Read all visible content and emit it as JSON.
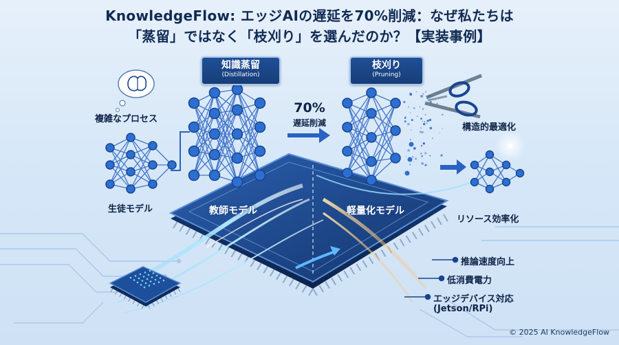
{
  "title": {
    "line1": "KnowledgeFlow: エッジAIの遅延を70%削減：なぜ私たちは",
    "line2": "「蒸留」ではなく「枝刈り」を選んだのか？【実装事例】"
  },
  "distillation": {
    "label": "知識蒸留",
    "sub": "(Distillation)"
  },
  "pruning": {
    "label": "枝刈り",
    "sub": "(Pruning)"
  },
  "result": {
    "percent": "70%",
    "text": "遅延削減"
  },
  "labels": {
    "complex_process": "複雑なプロセス",
    "student_model": "生徒モデル",
    "teacher_model": "教師モデル",
    "lightweight_model": "軽量化モデル",
    "structural_opt": "構造的最適化",
    "resource_eff": "リソース効率化"
  },
  "benefits": [
    "推論速度向上",
    "低消費電力",
    "エッジデバイス対応",
    "(Jetson/RPi)"
  ],
  "copyright": "© 2025 AI KnowledgeFlow",
  "colors": {
    "node": "#2d6fd1",
    "node_border": "#17458f",
    "chip": "#1b4a8f",
    "accent": "#2a62c2"
  },
  "icons": [
    "brain-icon",
    "scissors-icon",
    "arrow-right-icon",
    "chip-icon"
  ]
}
